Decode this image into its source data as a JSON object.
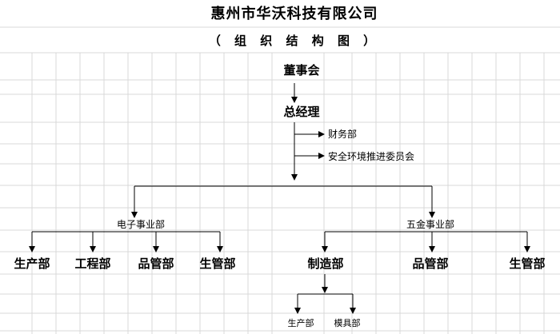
{
  "document": {
    "title": "惠州市华沃科技有限公司",
    "subtitle": "（ 组 织 结 构 图 ）"
  },
  "org": {
    "board": "董事会",
    "gm": "总经理",
    "staff_finance": "财务部",
    "staff_safety": "安全环境推进委员会",
    "div_electronics": {
      "name": "电子事业部",
      "units": [
        "生产部",
        "工程部",
        "品管部",
        "生管部"
      ]
    },
    "div_hardware": {
      "name": "五金事业部",
      "units": [
        "制造部",
        "品管部",
        "生管部"
      ],
      "manufacturing_subunits": [
        "生产部",
        "模具部"
      ]
    }
  },
  "style": {
    "line_color": "#000000",
    "grid_color": "#d9d9d9"
  }
}
